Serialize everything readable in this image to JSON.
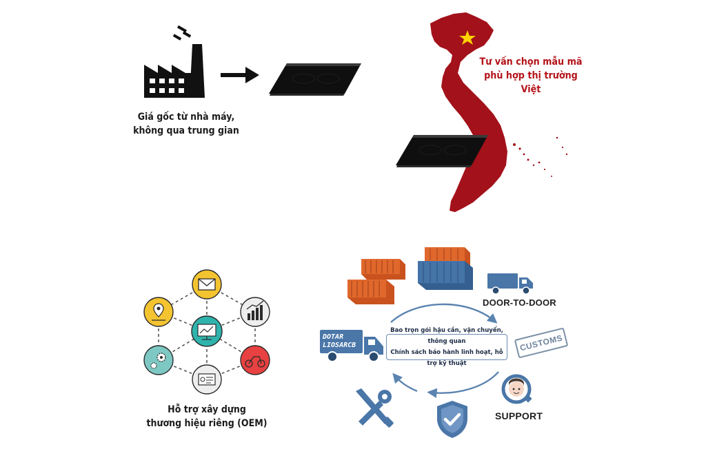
{
  "factory": {
    "caption_line1": "Giá gốc từ nhà máy,",
    "caption_line2": "không qua trung gian"
  },
  "map": {
    "caption_line1": "Tư vấn chọn mẫu mã",
    "caption_line2": "phù hợp thị trường Việt",
    "map_color": "#a3111a",
    "star_color": "#ffd200"
  },
  "oem": {
    "caption_line1": "Hỗ trợ xây dựng",
    "caption_line2": "thương hiệu riêng (OEM)",
    "node_colors": {
      "yellow": "#f4c430",
      "teal": "#7ec8c4",
      "red": "#e84141",
      "gray": "#eeeeee",
      "center": "#2fb3ad"
    }
  },
  "logistics": {
    "door_to_door_label": "DOOR-TO-DOOR",
    "customs_stamp": "CUSTOMS",
    "support_label": "SUPPORT",
    "truck_text_line1": "DOTAR",
    "truck_text_line2": "LIOSARCB",
    "center_line1": "Bao trọn gói hậu cần, vận chuyển, thông quan",
    "center_line2": "Chính sách bảo hành linh hoạt, hỗ trợ kỹ thuật",
    "blue_color": "#4a76a8",
    "container_orange": "#e0682c",
    "container_blue": "#4574a8"
  }
}
